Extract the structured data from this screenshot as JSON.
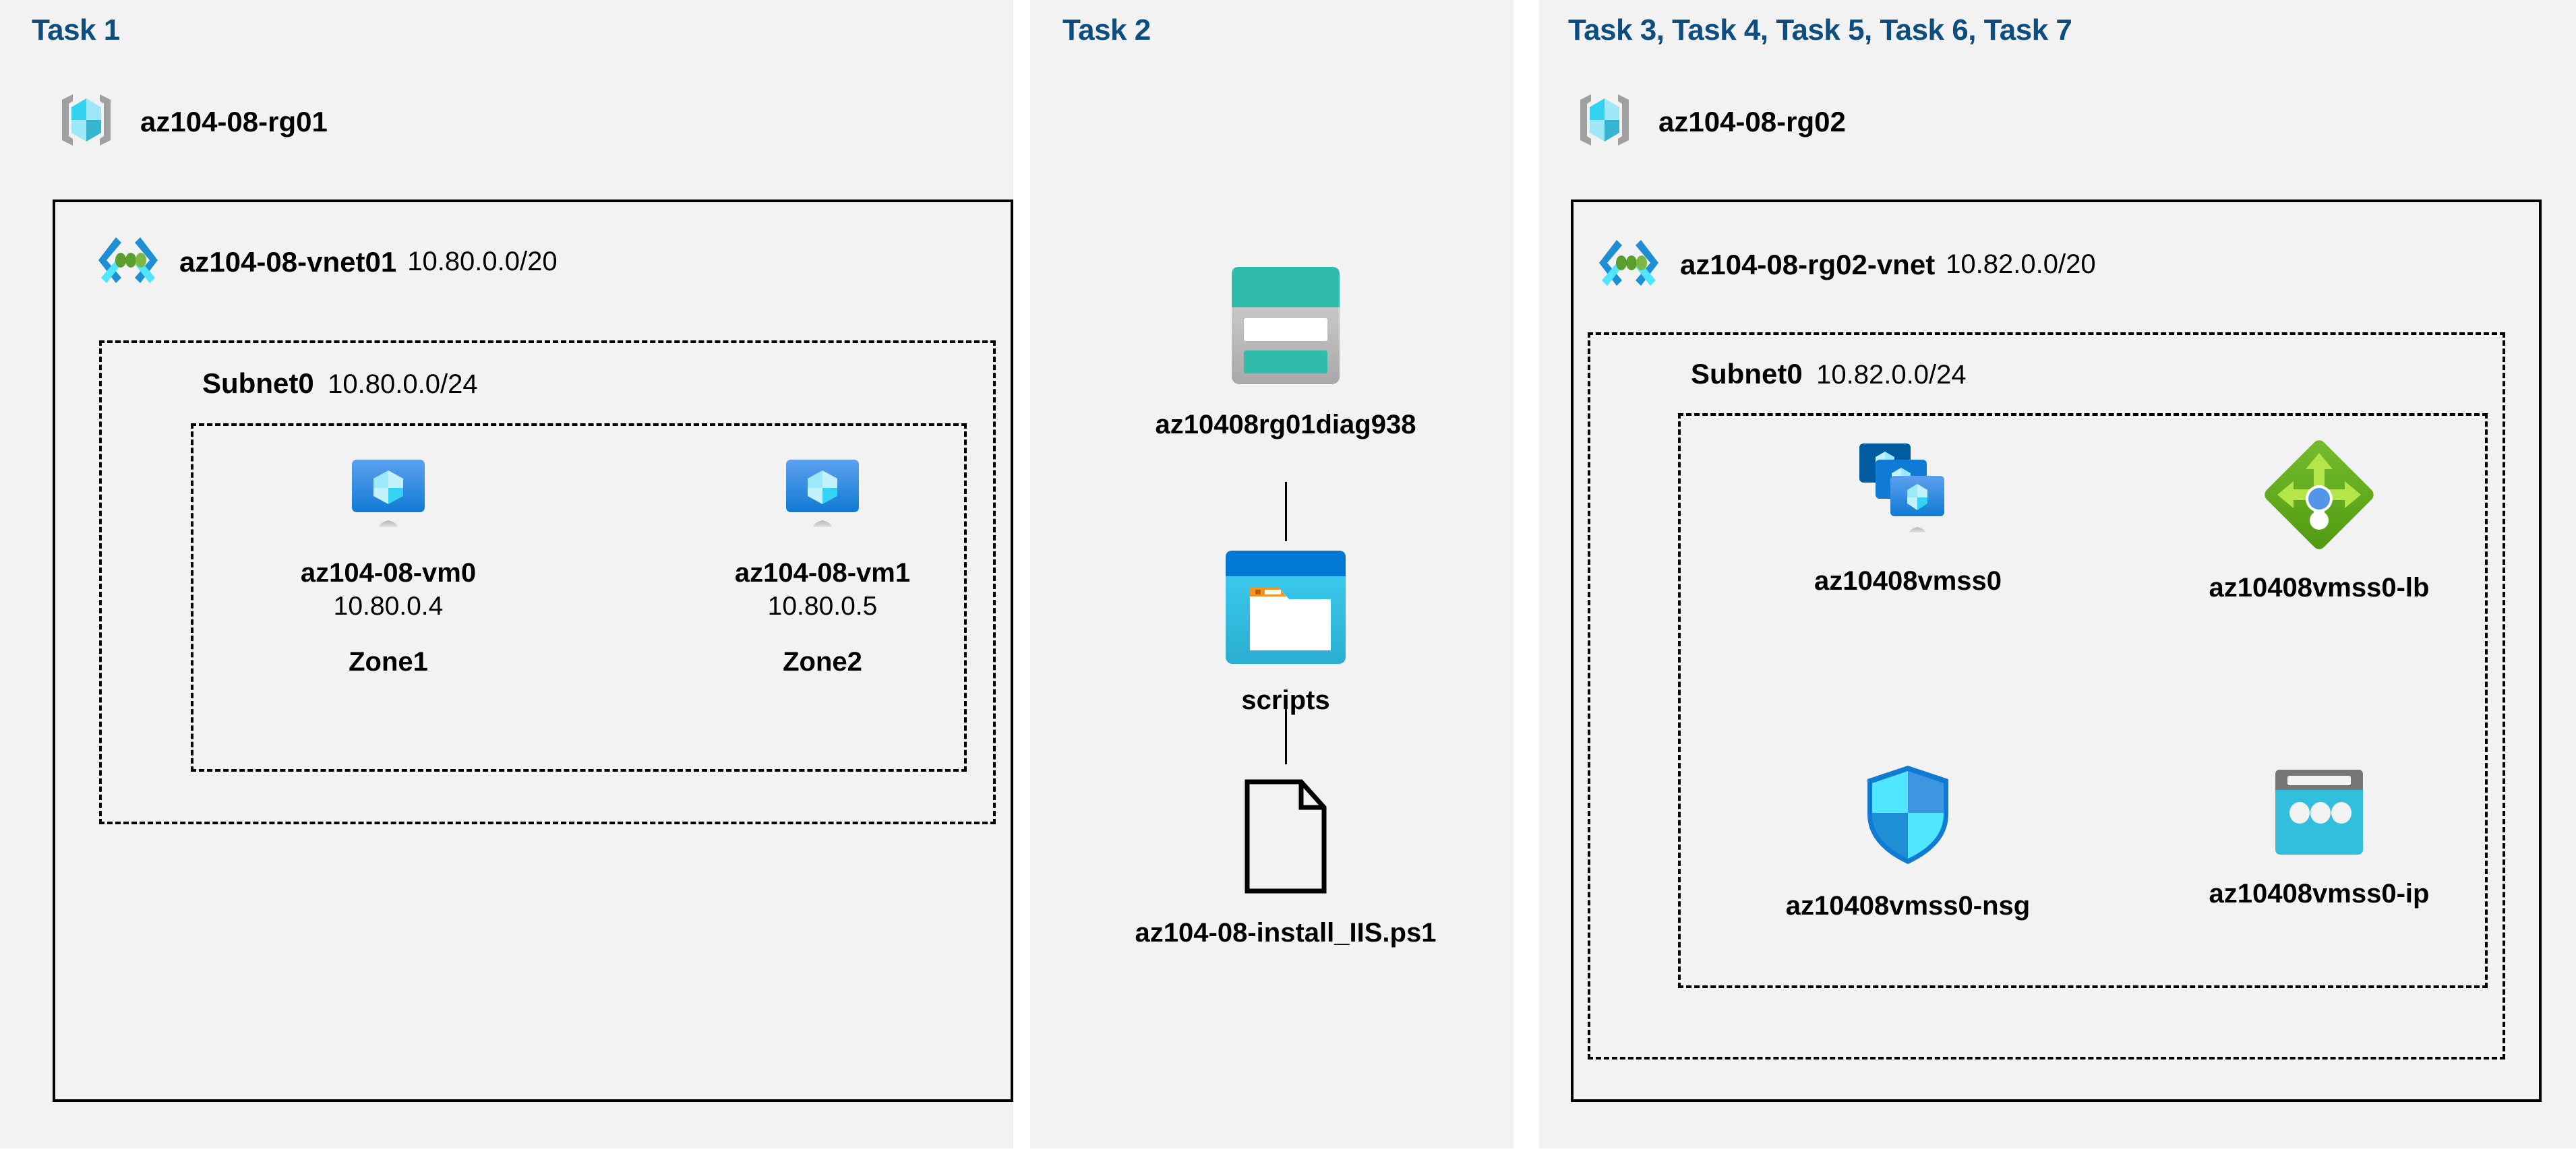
{
  "columns": [
    {
      "task_label": "Task 1",
      "resource_group": {
        "name": "az104-08-rg01",
        "icon": "resource-group-icon"
      },
      "vnet": {
        "name": "az104-08-vnet01",
        "cidr": "10.80.0.0/20",
        "icon": "virtual-network-icon"
      },
      "subnet": {
        "name": "Subnet0",
        "cidr": "10.80.0.0/24"
      },
      "vms": [
        {
          "name": "az104-08-vm0",
          "ip": "10.80.0.4",
          "zone": "Zone1",
          "icon": "virtual-machine-icon"
        },
        {
          "name": "az104-08-vm1",
          "ip": "10.80.0.5",
          "zone": "Zone2",
          "icon": "virtual-machine-icon"
        }
      ]
    },
    {
      "task_label": "Task 2",
      "nodes": [
        {
          "name": "az10408rg01diag938",
          "icon": "storage-account-icon"
        },
        {
          "name": "scripts",
          "icon": "blob-container-icon"
        },
        {
          "name": "az104-08-install_IIS.ps1",
          "icon": "script-file-icon"
        }
      ]
    },
    {
      "task_label": "Task 3, Task 4, Task 5, Task 6, Task 7",
      "resource_group": {
        "name": "az104-08-rg02",
        "icon": "resource-group-icon"
      },
      "vnet": {
        "name": "az104-08-rg02-vnet",
        "cidr": "10.82.0.0/20",
        "icon": "virtual-network-icon"
      },
      "subnet": {
        "name": "Subnet0",
        "cidr": "10.82.0.0/24"
      },
      "resources": [
        {
          "name": "az10408vmss0",
          "icon": "vm-scale-set-icon"
        },
        {
          "name": "az10408vmss0-lb",
          "icon": "load-balancer-icon"
        },
        {
          "name": "az10408vmss0-nsg",
          "icon": "network-security-group-icon"
        },
        {
          "name": "az10408vmss0-ip",
          "icon": "public-ip-address-icon"
        }
      ]
    }
  ],
  "colors": {
    "task_label": "#0d4e7f",
    "panel_background": "#f2f2f2",
    "border": "#000000",
    "azure_blue": "#0078d4",
    "cyan": "#32bedd",
    "teal": "#32b8a3",
    "green": "#6ab023",
    "orange": "#f7941e",
    "gray": "#949494"
  }
}
